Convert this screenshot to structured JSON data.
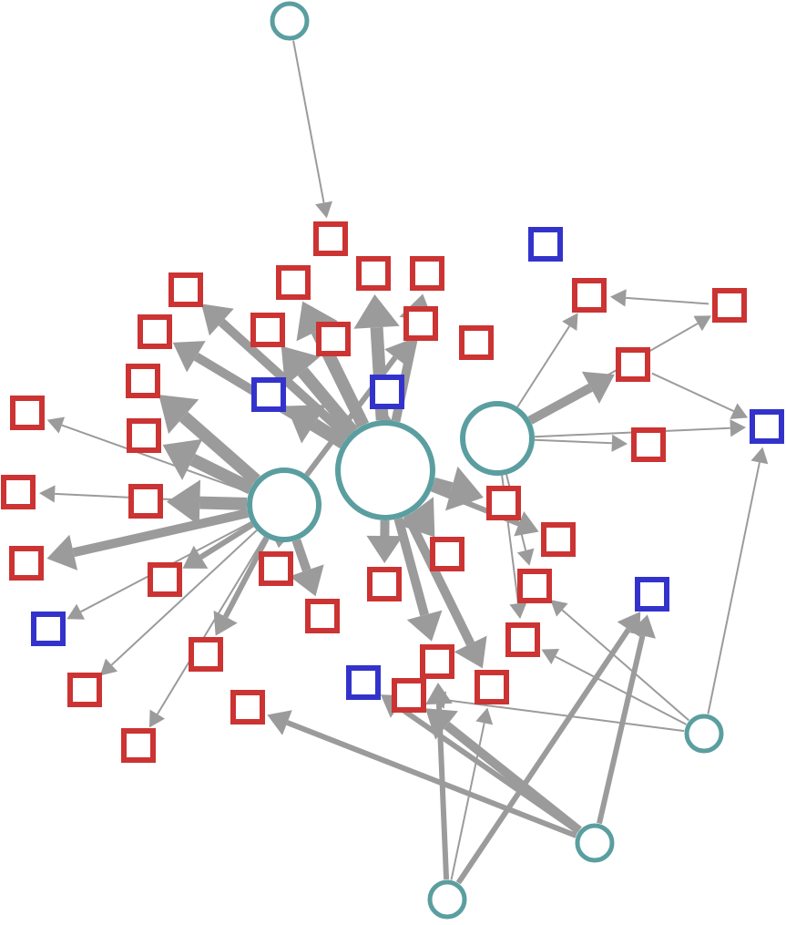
{
  "graph": {
    "type": "directed-network",
    "colors": {
      "edge": "#9b9b9b",
      "circle_stroke": "#5b9ea0",
      "square_red": "#cc3333",
      "square_blue": "#3333cc",
      "fill": "#ffffff"
    },
    "nodes": [
      {
        "id": "h1",
        "shape": "circle",
        "size": "large"
      },
      {
        "id": "h2",
        "shape": "circle",
        "size": "medium"
      },
      {
        "id": "h3",
        "shape": "circle",
        "size": "medium"
      },
      {
        "id": "c1",
        "shape": "circle",
        "size": "small"
      },
      {
        "id": "c2",
        "shape": "circle",
        "size": "small"
      },
      {
        "id": "c3",
        "shape": "circle",
        "size": "small"
      },
      {
        "id": "c4",
        "shape": "circle",
        "size": "small"
      },
      {
        "id": "r1",
        "shape": "square",
        "group": "red"
      },
      {
        "id": "r2",
        "shape": "square",
        "group": "red"
      },
      {
        "id": "r3",
        "shape": "square",
        "group": "red"
      },
      {
        "id": "r4",
        "shape": "square",
        "group": "red"
      },
      {
        "id": "r5",
        "shape": "square",
        "group": "red"
      },
      {
        "id": "r6",
        "shape": "square",
        "group": "red"
      },
      {
        "id": "r7",
        "shape": "square",
        "group": "red"
      },
      {
        "id": "r8",
        "shape": "square",
        "group": "red"
      },
      {
        "id": "r9",
        "shape": "square",
        "group": "red"
      },
      {
        "id": "r10",
        "shape": "square",
        "group": "red"
      },
      {
        "id": "r11",
        "shape": "square",
        "group": "red"
      },
      {
        "id": "r12",
        "shape": "square",
        "group": "red"
      },
      {
        "id": "r13",
        "shape": "square",
        "group": "red"
      },
      {
        "id": "r14",
        "shape": "square",
        "group": "red"
      },
      {
        "id": "r15",
        "shape": "square",
        "group": "red"
      },
      {
        "id": "r16",
        "shape": "square",
        "group": "red"
      },
      {
        "id": "r17",
        "shape": "square",
        "group": "red"
      },
      {
        "id": "r18",
        "shape": "square",
        "group": "red"
      },
      {
        "id": "r19",
        "shape": "square",
        "group": "red"
      },
      {
        "id": "r20",
        "shape": "square",
        "group": "red"
      },
      {
        "id": "r21",
        "shape": "square",
        "group": "red"
      },
      {
        "id": "r22",
        "shape": "square",
        "group": "red"
      },
      {
        "id": "r23",
        "shape": "square",
        "group": "red"
      },
      {
        "id": "r24",
        "shape": "square",
        "group": "red"
      },
      {
        "id": "r25",
        "shape": "square",
        "group": "red"
      },
      {
        "id": "r26",
        "shape": "square",
        "group": "red"
      },
      {
        "id": "r27",
        "shape": "square",
        "group": "red"
      },
      {
        "id": "r28",
        "shape": "square",
        "group": "red"
      },
      {
        "id": "r29",
        "shape": "square",
        "group": "red"
      },
      {
        "id": "r30",
        "shape": "square",
        "group": "red"
      },
      {
        "id": "r31",
        "shape": "square",
        "group": "red"
      },
      {
        "id": "r32",
        "shape": "square",
        "group": "red"
      },
      {
        "id": "r33",
        "shape": "square",
        "group": "red"
      },
      {
        "id": "r34",
        "shape": "square",
        "group": "red"
      },
      {
        "id": "r35",
        "shape": "square",
        "group": "red"
      },
      {
        "id": "r36",
        "shape": "square",
        "group": "red"
      },
      {
        "id": "b1",
        "shape": "square",
        "group": "blue"
      },
      {
        "id": "b2",
        "shape": "square",
        "group": "blue"
      },
      {
        "id": "b3",
        "shape": "square",
        "group": "blue"
      },
      {
        "id": "b4",
        "shape": "square",
        "group": "blue"
      },
      {
        "id": "b5",
        "shape": "square",
        "group": "blue"
      },
      {
        "id": "b6",
        "shape": "square",
        "group": "blue"
      },
      {
        "id": "b7",
        "shape": "square",
        "group": "blue"
      },
      {
        "id": "b8",
        "shape": "square",
        "group": "blue"
      }
    ],
    "edges": [
      {
        "from": "c1",
        "to": "r1",
        "weight": 1
      },
      {
        "from": "h3",
        "to": "r20",
        "weight": 1
      },
      {
        "from": "h3",
        "to": "r21",
        "weight": 1
      },
      {
        "from": "h3",
        "to": "r22",
        "weight": 3
      },
      {
        "from": "h3",
        "to": "b7",
        "weight": 1
      },
      {
        "from": "h3",
        "to": "r23",
        "weight": 1
      },
      {
        "from": "h3",
        "to": "r26",
        "weight": 1
      },
      {
        "from": "h3",
        "to": "r27",
        "weight": 1
      },
      {
        "from": "h1",
        "to": "r2",
        "weight": 4
      },
      {
        "from": "h1",
        "to": "r6",
        "weight": 4
      },
      {
        "from": "h1",
        "to": "r3",
        "weight": 4
      },
      {
        "from": "h1",
        "to": "b3",
        "weight": 4
      },
      {
        "from": "h1",
        "to": "r5",
        "weight": 3
      },
      {
        "from": "h1",
        "to": "r24",
        "weight": 4
      },
      {
        "from": "h1",
        "to": "b1",
        "weight": 4
      },
      {
        "from": "h1",
        "to": "r10",
        "weight": 3
      },
      {
        "from": "h1",
        "to": "r4",
        "weight": 3
      },
      {
        "from": "h1",
        "to": "r33",
        "weight": 3
      },
      {
        "from": "h1",
        "to": "r32",
        "weight": 4
      },
      {
        "from": "h1",
        "to": "r34",
        "weight": 3
      },
      {
        "from": "h1",
        "to": "r25",
        "weight": 2
      },
      {
        "from": "h1",
        "to": "r30",
        "weight": 3
      },
      {
        "from": "h2",
        "to": "r11",
        "weight": 4
      },
      {
        "from": "h2",
        "to": "r12",
        "weight": 4
      },
      {
        "from": "h2",
        "to": "r15",
        "weight": 1
      },
      {
        "from": "h2",
        "to": "r16",
        "weight": 1
      },
      {
        "from": "h2",
        "to": "r17",
        "weight": 3
      },
      {
        "from": "h2",
        "to": "b4",
        "weight": 1
      },
      {
        "from": "h2",
        "to": "r13",
        "weight": 4
      },
      {
        "from": "h2",
        "to": "r19",
        "weight": 1
      },
      {
        "from": "h2",
        "to": "r18",
        "weight": 1
      },
      {
        "from": "h2",
        "to": "r28",
        "weight": 3
      },
      {
        "from": "h2",
        "to": "r29",
        "weight": 3
      },
      {
        "from": "h2",
        "to": "r31",
        "weight": 2
      },
      {
        "from": "h2",
        "to": "r8",
        "weight": 2
      },
      {
        "from": "h2",
        "to": "r14",
        "weight": 2
      },
      {
        "from": "c3",
        "to": "r35",
        "weight": 3
      },
      {
        "from": "c3",
        "to": "b8",
        "weight": 2
      },
      {
        "from": "c3",
        "to": "r36",
        "weight": 2
      },
      {
        "from": "c3",
        "to": "b5",
        "weight": 2
      },
      {
        "from": "c2",
        "to": "b6",
        "weight": 1
      },
      {
        "from": "c2",
        "to": "r35",
        "weight": 1
      },
      {
        "from": "c2",
        "to": "r26",
        "weight": 1
      },
      {
        "from": "c2",
        "to": "r27",
        "weight": 1
      },
      {
        "from": "c4",
        "to": "b5",
        "weight": 2
      },
      {
        "from": "c4",
        "to": "r33",
        "weight": 2
      },
      {
        "from": "c4",
        "to": "r34",
        "weight": 1
      },
      {
        "from": "r22",
        "to": "b7",
        "weight": 1
      },
      {
        "from": "r21",
        "to": "r20",
        "weight": 1
      }
    ]
  }
}
